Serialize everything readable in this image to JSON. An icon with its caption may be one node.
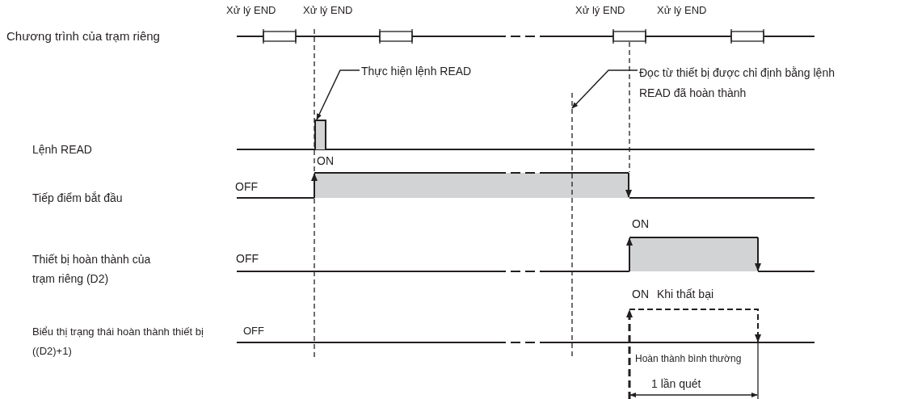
{
  "diagram": {
    "nodes": [
      {
        "text": [
          "Thực hiện lệnh READ"
        ]
      },
      {
        "text": [],
        "shape": "bar"
      },
      {
        "text": [
          "Đọc từ thiết bị được chỉ định bằng lệnh READ đã hoàn thành"
        ]
      }
    ],
    "edges": [
      {
        "from": 0,
        "to": 1,
        "arrow": "to"
      },
      {
        "from": 2,
        "to": null,
        "arrow": "to"
      }
    ],
    "labels": [
      "Xử lý END",
      "Xử lý END",
      "Xử lý END",
      "Xử lý END",
      "Chương trình của trạm riêng",
      "Lệnh READ",
      "ON",
      "OFF",
      "Tiếp điểm bắt đầu",
      "ON",
      "Thiết bị hoàn thành của trạm riêng (D2)",
      "OFF",
      "ON",
      "Khi thất bại",
      "Biểu thị trạng thái hoàn thành thiết bị ((D2)+1)",
      "OFF",
      "Hoàn thành bình thường",
      "1 lần quét"
    ]
  }
}
